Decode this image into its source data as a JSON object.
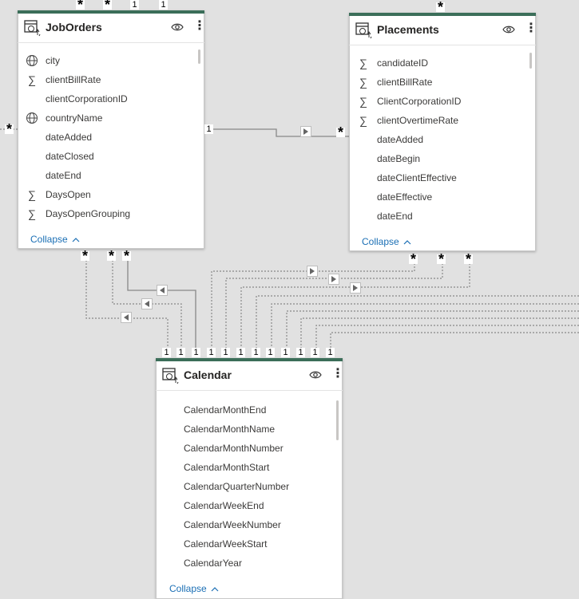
{
  "colors": {
    "accent": "#3b6e59",
    "link": "#1b6fb5",
    "canvas": "#e1e1e1"
  },
  "tables": {
    "joborders": {
      "title": "JobOrders",
      "collapse_label": "Collapse",
      "fields": [
        {
          "name": "city",
          "icon": "globe-icon"
        },
        {
          "name": "clientBillRate",
          "icon": "sigma-icon"
        },
        {
          "name": "clientCorporationID",
          "icon": ""
        },
        {
          "name": "countryName",
          "icon": "globe-icon"
        },
        {
          "name": "dateAdded",
          "icon": ""
        },
        {
          "name": "dateClosed",
          "icon": ""
        },
        {
          "name": "dateEnd",
          "icon": ""
        },
        {
          "name": "DaysOpen",
          "icon": "sigma-icon"
        },
        {
          "name": "DaysOpenGrouping",
          "icon": "sigma-icon"
        }
      ]
    },
    "placements": {
      "title": "Placements",
      "collapse_label": "Collapse",
      "fields": [
        {
          "name": "candidateID",
          "icon": "sigma-icon"
        },
        {
          "name": "clientBillRate",
          "icon": "sigma-icon"
        },
        {
          "name": "ClientCorporationID",
          "icon": "sigma-icon"
        },
        {
          "name": "clientOvertimeRate",
          "icon": "sigma-icon"
        },
        {
          "name": "dateAdded",
          "icon": ""
        },
        {
          "name": "dateBegin",
          "icon": ""
        },
        {
          "name": "dateClientEffective",
          "icon": ""
        },
        {
          "name": "dateEffective",
          "icon": ""
        },
        {
          "name": "dateEnd",
          "icon": ""
        }
      ]
    },
    "calendar": {
      "title": "Calendar",
      "collapse_label": "Collapse",
      "fields": [
        {
          "name": "CalendarMonthEnd",
          "icon": ""
        },
        {
          "name": "CalendarMonthName",
          "icon": ""
        },
        {
          "name": "CalendarMonthNumber",
          "icon": ""
        },
        {
          "name": "CalendarMonthStart",
          "icon": ""
        },
        {
          "name": "CalendarQuarterNumber",
          "icon": ""
        },
        {
          "name": "CalendarWeekEnd",
          "icon": ""
        },
        {
          "name": "CalendarWeekNumber",
          "icon": ""
        },
        {
          "name": "CalendarWeekStart",
          "icon": ""
        },
        {
          "name": "CalendarYear",
          "icon": ""
        }
      ]
    }
  },
  "cardinality": {
    "many": "*",
    "one": "1"
  }
}
